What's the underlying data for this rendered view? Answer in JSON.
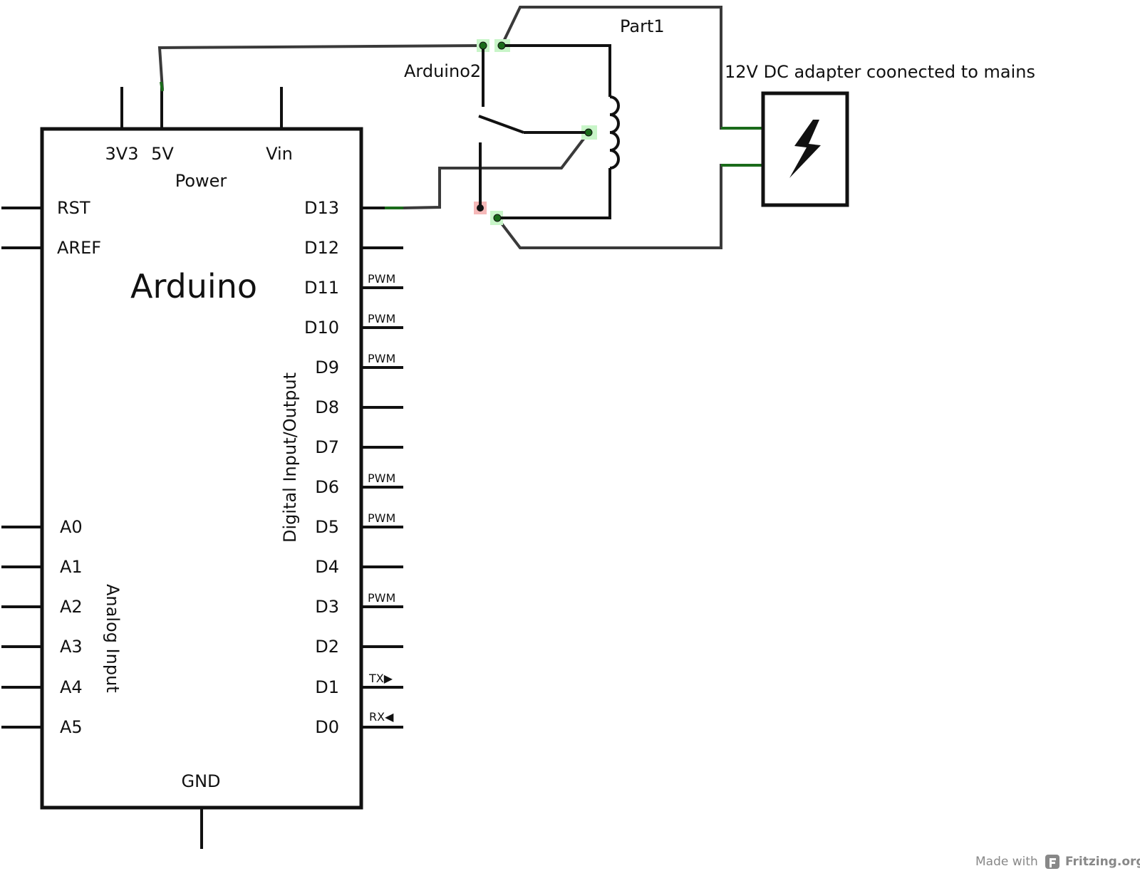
{
  "arduino": {
    "title": "Arduino",
    "power_label": "Power",
    "gnd_label": "GND",
    "power_pins": [
      "3V3",
      "5V",
      "Vin"
    ],
    "left_pins": [
      "RST",
      "AREF"
    ],
    "analog_pins": [
      "A0",
      "A1",
      "A2",
      "A3",
      "A4",
      "A5"
    ],
    "analog_group_label": "Analog Input",
    "digital_group_label": "Digital Input/Output",
    "digital_pins": [
      {
        "name": "D13",
        "tag": ""
      },
      {
        "name": "D12",
        "tag": ""
      },
      {
        "name": "D11",
        "tag": "PWM"
      },
      {
        "name": "D10",
        "tag": "PWM"
      },
      {
        "name": "D9",
        "tag": "PWM"
      },
      {
        "name": "D8",
        "tag": ""
      },
      {
        "name": "D7",
        "tag": ""
      },
      {
        "name": "D6",
        "tag": "PWM"
      },
      {
        "name": "D5",
        "tag": "PWM"
      },
      {
        "name": "D4",
        "tag": ""
      },
      {
        "name": "D3",
        "tag": "PWM"
      },
      {
        "name": "D2",
        "tag": ""
      },
      {
        "name": "D1",
        "tag": "TX▶"
      },
      {
        "name": "D0",
        "tag": "RX◀"
      }
    ]
  },
  "relay": {
    "part_label": "Part1",
    "ref_label": "Arduino2"
  },
  "adapter": {
    "label": "12V DC adapter coonected to mains",
    "icon": "lightning-bolt-icon"
  },
  "footer": {
    "made_with": "Made with",
    "brand": "Fritzing.org",
    "icon": "fritzing-logo-icon"
  },
  "colors": {
    "wire": "#3a3a3a",
    "pin_green": "#1a6b1a",
    "highlight_green": "#c8f5c8",
    "highlight_red": "#f5b8b8",
    "outline": "#111111"
  }
}
